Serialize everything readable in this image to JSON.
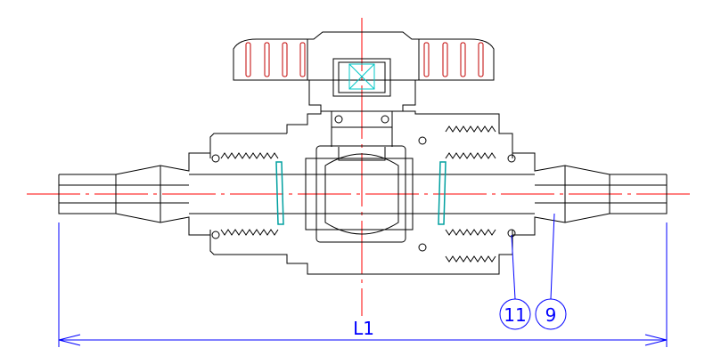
{
  "drawing": {
    "dimension_label": "L1",
    "callouts": [
      "11",
      "9"
    ]
  },
  "colors": {
    "outline": "#000000",
    "centerline": "#ff0000",
    "dimension": "#0000ff",
    "seal": "#00a0a0",
    "stem": "#00c8c8"
  }
}
